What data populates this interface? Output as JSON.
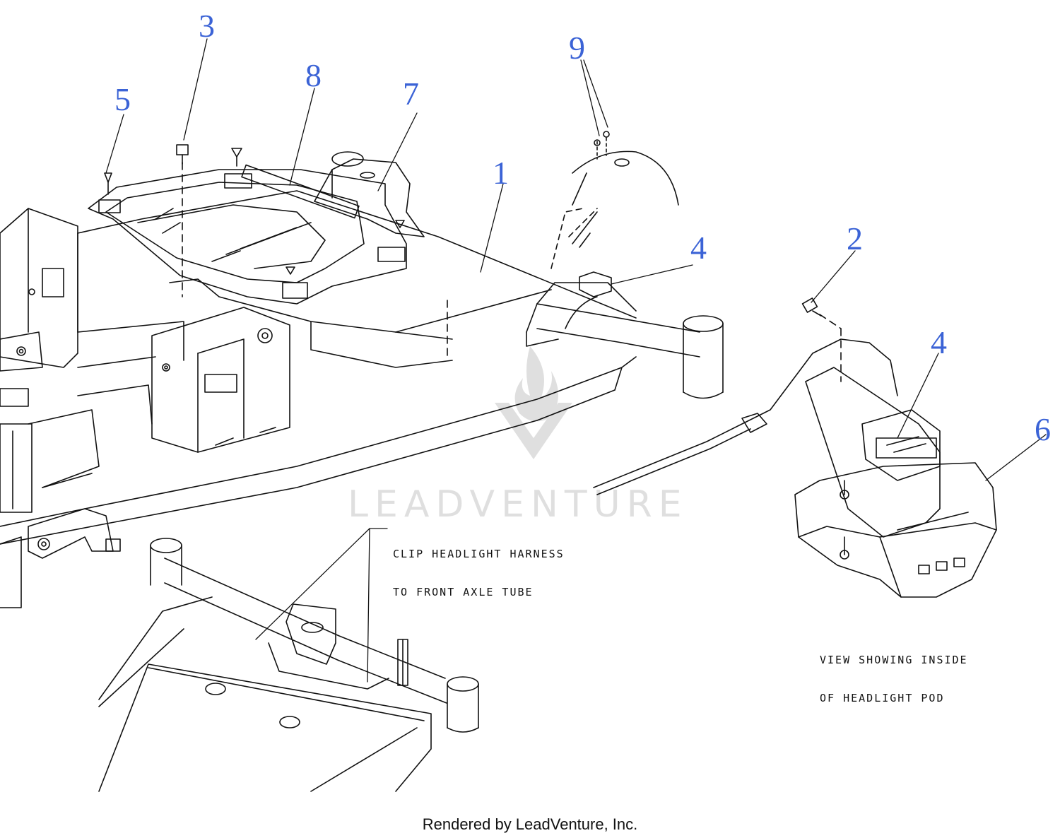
{
  "callouts": {
    "c1": "1",
    "c2": "2",
    "c3": "3",
    "c4a": "4",
    "c4b": "4",
    "c5": "5",
    "c6": "6",
    "c7": "7",
    "c8": "8",
    "c9": "9"
  },
  "notes": {
    "clip_line1": "CLIP HEADLIGHT HARNESS",
    "clip_line2": "TO FRONT AXLE TUBE",
    "view_line1": "VIEW SHOWING INSIDE",
    "view_line2": "OF HEADLIGHT POD"
  },
  "watermark": "LEADVENTURE",
  "footer": "Rendered by LeadVenture, Inc.",
  "colors": {
    "callout": "#3b63d6",
    "line": "#111111"
  }
}
